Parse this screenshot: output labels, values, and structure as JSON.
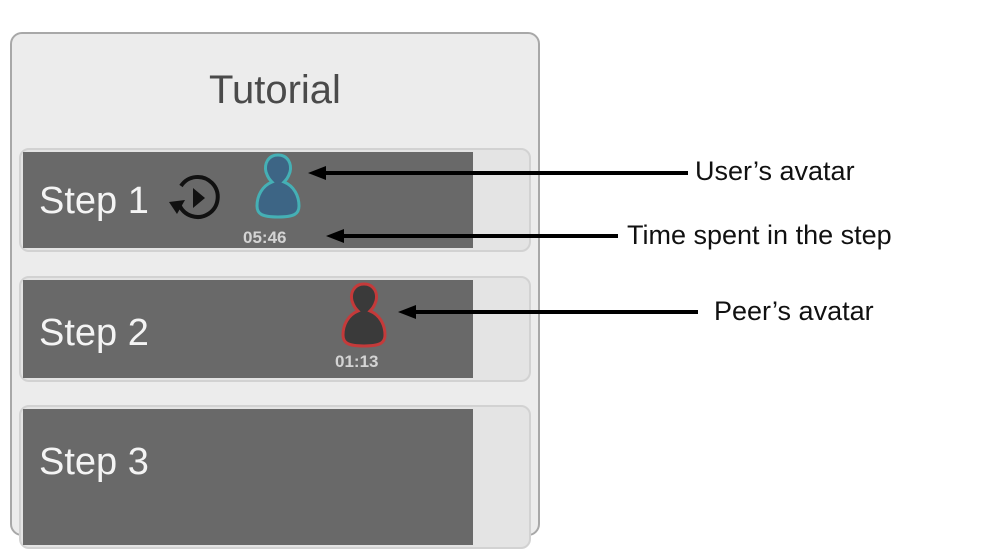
{
  "panel": {
    "title": "Tutorial"
  },
  "steps": [
    {
      "label": "Step 1",
      "time": "05:46",
      "avatar": "user",
      "avatar_color": "#3d6585",
      "outline": "#45b0b5"
    },
    {
      "label": "Step 2",
      "time": "01:13",
      "avatar": "peer",
      "avatar_color": "#3a3a3a",
      "outline": "#c43a3a"
    },
    {
      "label": "Step 3"
    }
  ],
  "annotations": {
    "user_avatar": "User’s avatar",
    "time_spent": "Time spent in the step",
    "peer_avatar": "Peer’s avatar"
  }
}
